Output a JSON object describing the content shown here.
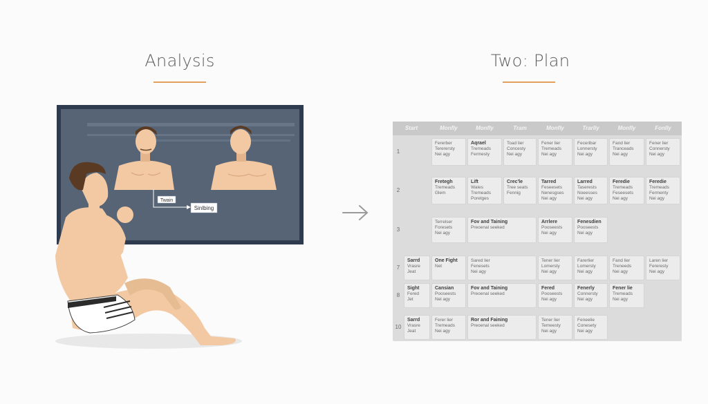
{
  "left_panel": {
    "heading": "Analysis",
    "screen_tag_1": "Twain",
    "screen_tag_2": "Sinlbing"
  },
  "right_panel": {
    "heading": "Two: Plan"
  },
  "colors": {
    "accent": "#e3a05c",
    "screen_frame": "#2e3a4e",
    "screen_bg": "#566476",
    "skin": "#f2c9a3",
    "grid_bg": "#dcdcdc"
  },
  "icons": {
    "arrow": "arrow-right-icon"
  },
  "schedule": {
    "headers": [
      "Start",
      "Monfly",
      "Monfly",
      "Tram",
      "Monfly",
      "Trarlly",
      "Monfly",
      "Fonlly"
    ],
    "rows": [
      {
        "label": "1",
        "cells": [
          {
            "col": 1,
            "span": 1,
            "title": "",
            "lines": [
              "Fererber",
              "Tererersty",
              "Nei agy"
            ]
          },
          {
            "col": 2,
            "span": 1,
            "title": "Aqrael",
            "lines": [
              "Tremeads",
              "Fermesty"
            ]
          },
          {
            "col": 3,
            "span": 1,
            "title": "",
            "lines": [
              "Toad lier",
              "Concesty",
              "Nei agy"
            ]
          },
          {
            "col": 4,
            "span": 1,
            "title": "",
            "lines": [
              "Fener lier",
              "Tremeads",
              "Nei agy"
            ]
          },
          {
            "col": 5,
            "span": 1,
            "title": "",
            "lines": [
              "Feceribar",
              "Lonnersty",
              "Nei agy"
            ]
          },
          {
            "col": 6,
            "span": 1,
            "title": "",
            "lines": [
              "Fand lier",
              "Tranceads",
              "Nei agy"
            ]
          },
          {
            "col": 7,
            "span": 1,
            "title": "",
            "lines": [
              "Fener lier",
              "Connersty",
              "Nei agy"
            ]
          }
        ]
      },
      {
        "label": "2",
        "cells": [
          {
            "col": 1,
            "span": 1,
            "title": "Fretegh",
            "lines": [
              "Tremeads",
              "Glem"
            ]
          },
          {
            "col": 2,
            "span": 1,
            "title": "Lift",
            "lines": [
              "Wales",
              "Tremeads",
              "Poretges"
            ]
          },
          {
            "col": 3,
            "span": 1,
            "title": "Crec'le",
            "lines": [
              "Tree seats",
              "Fennig"
            ]
          },
          {
            "col": 4,
            "span": 1,
            "title": "Tarred",
            "lines": [
              "Feseesets",
              "Nenesgses",
              "Nei agy"
            ]
          },
          {
            "col": 5,
            "span": 1,
            "title": "Larred",
            "lines": [
              "Taserests",
              "Noeesses",
              "Nei agy"
            ]
          },
          {
            "col": 6,
            "span": 1,
            "title": "Feredie",
            "lines": [
              "Tremeads",
              "Feseesets",
              "Nei agy"
            ]
          },
          {
            "col": 7,
            "span": 1,
            "title": "Feredie",
            "lines": [
              "Tremeads",
              "Fermenty",
              "Nei agy"
            ]
          }
        ]
      },
      {
        "label": "3",
        "cells": [
          {
            "col": 1,
            "span": 1,
            "title": "",
            "lines": [
              "Terrelser",
              "Foresets",
              "Nei agy"
            ]
          },
          {
            "col": 2,
            "span": 2,
            "title": "Fov and Taining",
            "lines": [
              "Preoenal seeked"
            ]
          },
          {
            "col": 4,
            "span": 1,
            "title": "Arrlere",
            "lines": [
              "Pooseests",
              "Nei agy"
            ]
          },
          {
            "col": 5,
            "span": 1,
            "title": "Fenesdien",
            "lines": [
              "Pooseests",
              "Nei agy"
            ]
          }
        ]
      },
      {
        "label": "7",
        "cells": [
          {
            "col": 0,
            "span": 1,
            "title": "Sarrd",
            "lines": [
              "Vrasre",
              "Jeat"
            ]
          },
          {
            "col": 1,
            "span": 1,
            "title": "One Fight",
            "lines": [
              "Net"
            ]
          },
          {
            "col": 2,
            "span": 2,
            "title": "",
            "lines": [
              "Sared lier",
              "Fenesets",
              "Nei agy"
            ]
          },
          {
            "col": 4,
            "span": 1,
            "title": "",
            "lines": [
              "Tener lier",
              "Lomersty",
              "Nei agy"
            ]
          },
          {
            "col": 5,
            "span": 1,
            "title": "",
            "lines": [
              "Farerlier",
              "Lomersty",
              "Nei agy"
            ]
          },
          {
            "col": 6,
            "span": 1,
            "title": "",
            "lines": [
              "Fand lier",
              "Treneeds",
              "Nei agy"
            ]
          },
          {
            "col": 7,
            "span": 1,
            "title": "",
            "lines": [
              "Laren lier",
              "Fereresty",
              "Nei agy"
            ]
          }
        ]
      },
      {
        "label": "8",
        "cells": [
          {
            "col": 0,
            "span": 1,
            "title": "Sight",
            "lines": [
              "Fered",
              "Jet"
            ]
          },
          {
            "col": 1,
            "span": 1,
            "title": "Cansian",
            "lines": [
              "Pooseests",
              "Nei agy"
            ]
          },
          {
            "col": 2,
            "span": 2,
            "title": "Fov and Taining",
            "lines": [
              "Preoenal seeked"
            ]
          },
          {
            "col": 4,
            "span": 1,
            "title": "Fered",
            "lines": [
              "Pooseests",
              "Nei agy"
            ]
          },
          {
            "col": 5,
            "span": 1,
            "title": "Fenerly",
            "lines": [
              "Connersty",
              "Nei agy"
            ]
          },
          {
            "col": 6,
            "span": 1,
            "title": "Fener lie",
            "lines": [
              "Tremeads",
              "Nei agy"
            ]
          }
        ]
      },
      {
        "label": "10",
        "cells": [
          {
            "col": 0,
            "span": 1,
            "title": "Sarrd",
            "lines": [
              "Vrasre",
              "Jeat"
            ]
          },
          {
            "col": 1,
            "span": 1,
            "title": "",
            "lines": [
              "Ferer lier",
              "Tremeads",
              "Nei agy"
            ]
          },
          {
            "col": 2,
            "span": 2,
            "title": "Ror and Faining",
            "lines": [
              "Preoenal seeked"
            ]
          },
          {
            "col": 4,
            "span": 1,
            "title": "",
            "lines": [
              "Tener lier",
              "Temeesty",
              "Nei agy"
            ]
          },
          {
            "col": 5,
            "span": 1,
            "title": "",
            "lines": [
              "Feneelie",
              "Conesety",
              "Nei agy"
            ]
          }
        ]
      }
    ]
  }
}
